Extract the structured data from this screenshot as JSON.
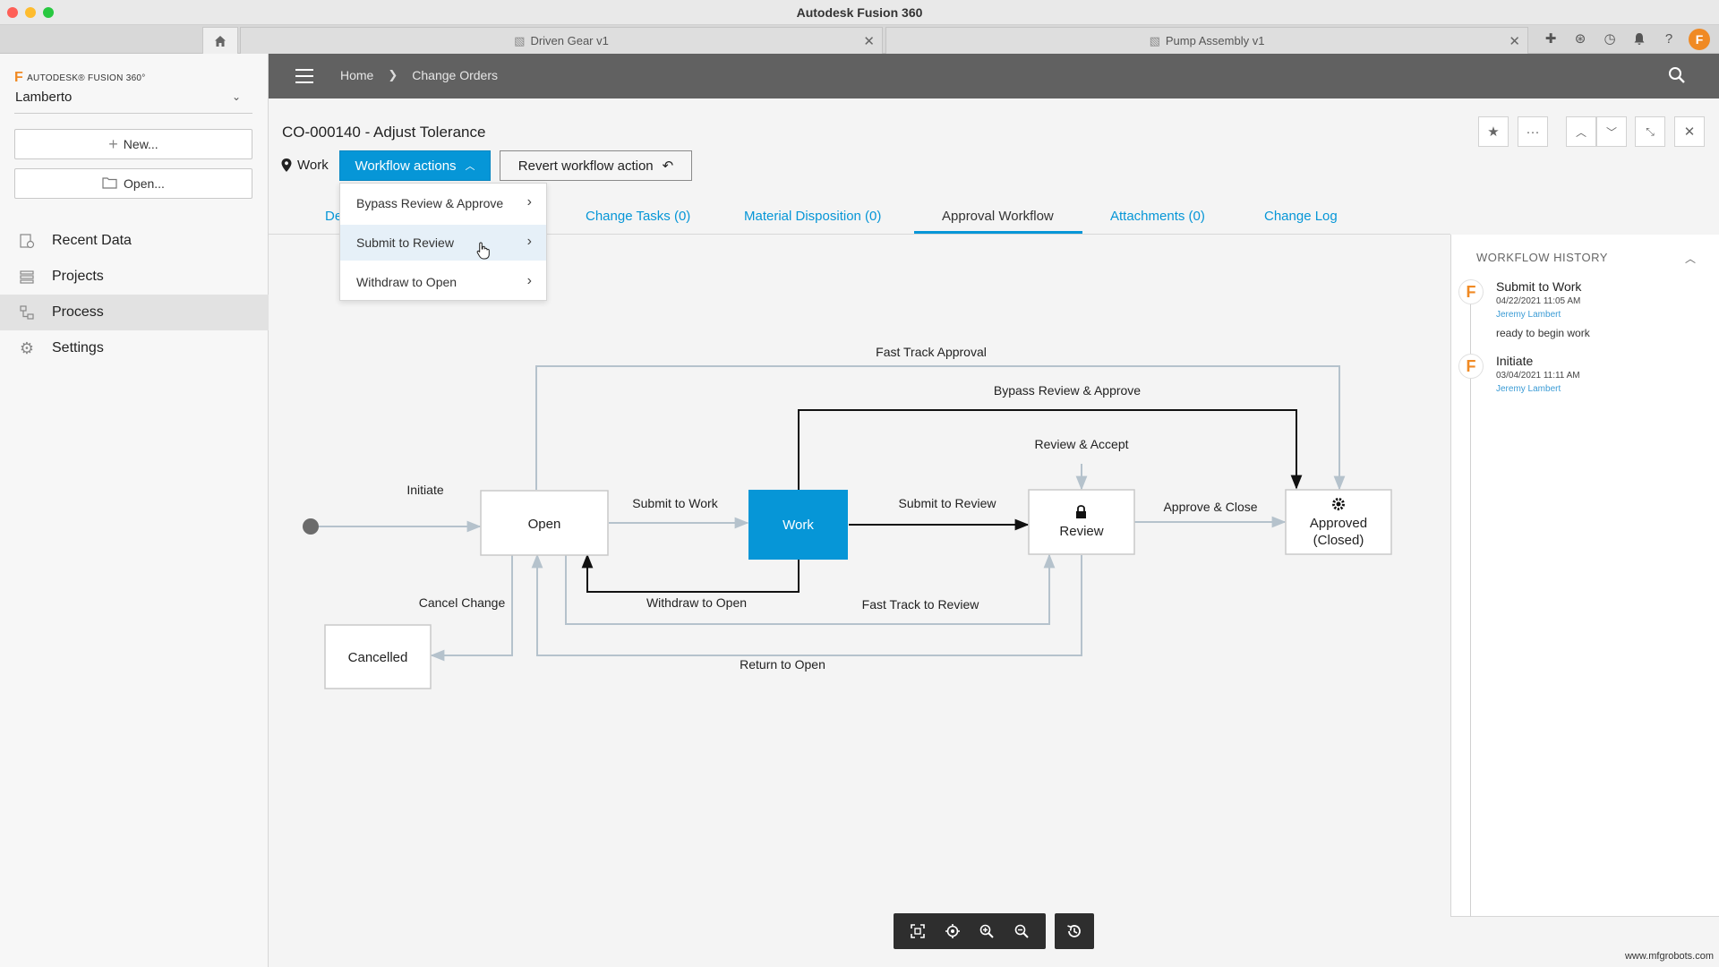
{
  "window": {
    "title": "Autodesk Fusion 360"
  },
  "doc_tabs": [
    {
      "label": "Driven Gear v1"
    },
    {
      "label": "Pump Assembly v1"
    }
  ],
  "sidebar": {
    "brand": "AUTODESK® FUSION 360°",
    "team": "Lamberto",
    "new_label": "New...",
    "open_label": "Open...",
    "nav": [
      {
        "label": "Recent Data"
      },
      {
        "label": "Projects"
      },
      {
        "label": "Process"
      },
      {
        "label": "Settings"
      }
    ]
  },
  "breadcrumb": {
    "home": "Home",
    "current": "Change Orders"
  },
  "record": {
    "title": "CO-000140 - Adjust Tolerance",
    "state": "Work",
    "workflow_actions_label": "Workflow actions",
    "revert_label": "Revert workflow action"
  },
  "record_tabs": [
    {
      "label": "De"
    },
    {
      "label": "Change Tasks (0)"
    },
    {
      "label": "Material Disposition (0)"
    },
    {
      "label": "Approval Workflow"
    },
    {
      "label": "Attachments (0)"
    },
    {
      "label": "Change Log"
    }
  ],
  "dropdown": [
    {
      "label": "Bypass Review & Approve"
    },
    {
      "label": "Submit to Review"
    },
    {
      "label": "Withdraw to Open"
    }
  ],
  "workflow": {
    "states": {
      "open": "Open",
      "work": "Work",
      "review": "Review",
      "approved_1": "Approved",
      "approved_2": "(Closed)",
      "cancelled": "Cancelled"
    },
    "transitions": {
      "fast_track_approval": "Fast Track Approval",
      "bypass": "Bypass Review & Approve",
      "review_accept": "Review & Accept",
      "initiate": "Initiate",
      "submit_work": "Submit to Work",
      "submit_review": "Submit to Review",
      "approve_close": "Approve & Close",
      "cancel_change": "Cancel Change",
      "withdraw_open": "Withdraw to Open",
      "fast_track_review": "Fast Track to Review",
      "return_open": "Return to Open"
    },
    "current_state_color": "#0696d7"
  },
  "history": {
    "title": "WORKFLOW HISTORY",
    "entries": [
      {
        "action": "Submit to Work",
        "date": "04/22/2021 11:05 AM",
        "user": "Jeremy Lambert",
        "comment": "ready to begin work"
      },
      {
        "action": "Initiate",
        "date": "03/04/2021 11:11 AM",
        "user": "Jeremy Lambert",
        "comment": ""
      }
    ]
  },
  "watermark": "www.mfgrobots.com",
  "colors": {
    "accent": "#0696d7",
    "brand": "#f08a24",
    "header": "#616161"
  }
}
